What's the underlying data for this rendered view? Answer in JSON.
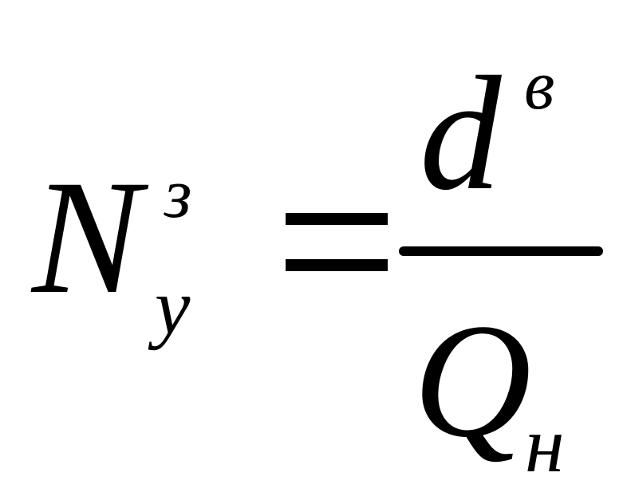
{
  "formula": {
    "lhs": {
      "base": "N",
      "superscript": "з",
      "subscript": "у"
    },
    "operator": "=",
    "rhs": {
      "numerator": {
        "base": "d",
        "superscript": "в"
      },
      "denominator": {
        "base": "Q",
        "subscript": "н"
      }
    }
  }
}
